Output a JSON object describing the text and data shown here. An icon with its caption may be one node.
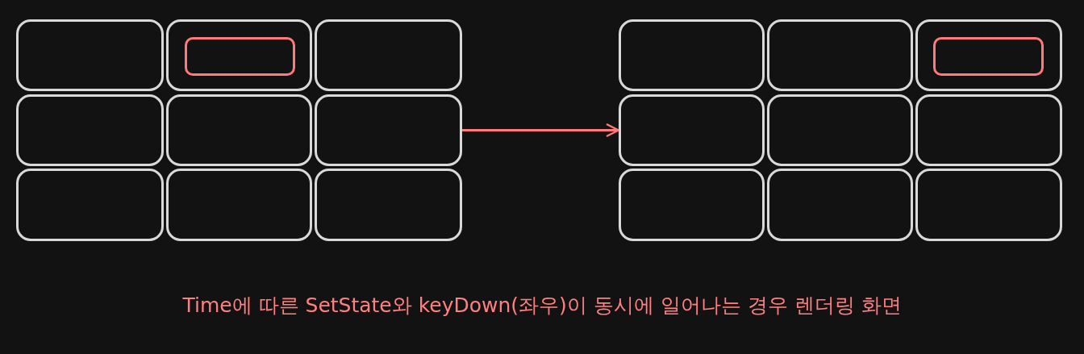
{
  "diagram": {
    "caption": "Time에 따른 SetState와 keyDown(좌우)이 동시에 일어나는 경우 렌더링 화면",
    "nodes": [
      {
        "text": [],
        "shape": "box"
      },
      {
        "text": [],
        "shape": "box"
      },
      {
        "text": [],
        "shape": "box",
        "in": 1
      },
      {
        "text": [],
        "shape": "box"
      },
      {
        "text": [],
        "shape": "box"
      },
      {
        "text": [],
        "shape": "box"
      },
      {
        "text": [],
        "shape": "box"
      },
      {
        "text": [],
        "shape": "box"
      },
      {
        "text": [],
        "shape": "box"
      },
      {
        "text": [],
        "shape": "box"
      },
      {
        "text": [],
        "shape": "box"
      },
      {
        "text": [],
        "shape": "box"
      },
      {
        "text": [],
        "shape": "box"
      },
      {
        "text": [],
        "shape": "box",
        "in": 12
      },
      {
        "text": [],
        "shape": "box"
      },
      {
        "text": [],
        "shape": "box"
      },
      {
        "text": [],
        "shape": "box"
      },
      {
        "text": [],
        "shape": "box"
      },
      {
        "text": [],
        "shape": "box"
      },
      {
        "text": [],
        "shape": "box"
      }
    ],
    "edges": [
      {
        "from": 6,
        "to": 14,
        "arrow": "to"
      }
    ]
  }
}
